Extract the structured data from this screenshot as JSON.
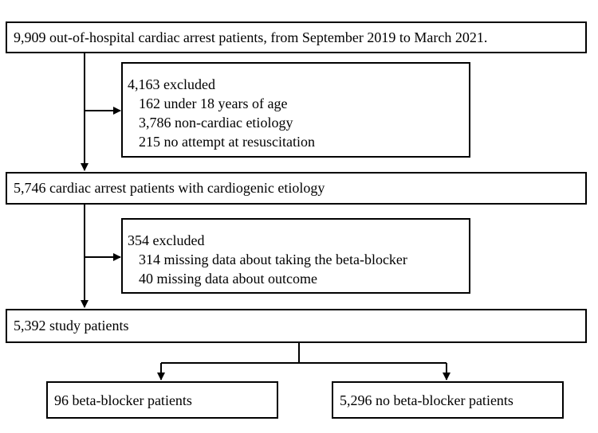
{
  "flowchart": {
    "box1": "9,909 out-of-hospital cardiac arrest patients, from September 2019 to March 2021.",
    "exclusion1": {
      "heading": "4,163 excluded",
      "items": [
        "162 under 18 years of age",
        "3,786 non-cardiac etiology",
        "215 no attempt at resuscitation"
      ]
    },
    "box2": "5,746 cardiac arrest patients with cardiogenic etiology",
    "exclusion2": {
      "heading": "354 excluded",
      "items": [
        "314 missing data about taking the beta-blocker",
        "40 missing data about outcome"
      ]
    },
    "box3": "5,392 study patients",
    "group_left": "96 beta-blocker patients",
    "group_right": "5,296 no beta-blocker patients"
  },
  "colors": {
    "line": "#000000",
    "background": "#ffffff"
  }
}
